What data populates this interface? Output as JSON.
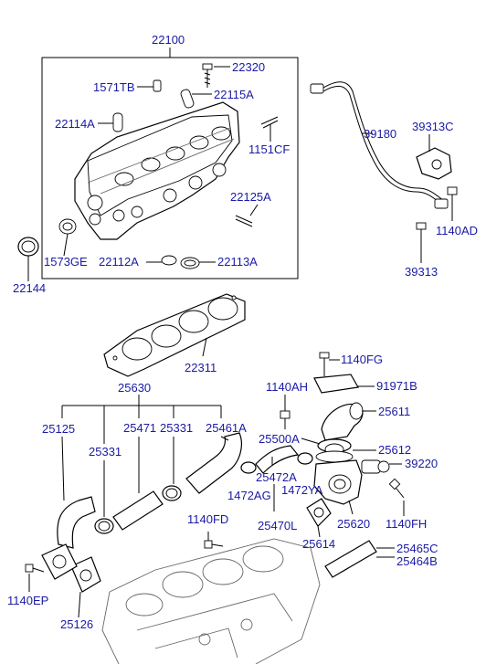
{
  "labels": {
    "l22100": "22100",
    "l22320": "22320",
    "l1571TB": "1571TB",
    "l22115A": "22115A",
    "l22114A": "22114A",
    "l1151CF": "1151CF",
    "l22125A": "22125A",
    "l1573GE": "1573GE",
    "l22112A": "22112A",
    "l22113A": "22113A",
    "l22144": "22144",
    "l39180": "39180",
    "l39313C": "39313C",
    "l1140AD": "1140AD",
    "l39313": "39313",
    "l22311": "22311",
    "l1140FG": "1140FG",
    "l1140AH": "1140AH",
    "l91971B": "91971B",
    "l25630": "25630",
    "l25611": "25611",
    "l25125": "25125",
    "l25471": "25471",
    "l25331a": "25331",
    "l25331b": "25331",
    "l25461A": "25461A",
    "l25500A": "25500A",
    "l25612": "25612",
    "l39220": "39220",
    "l25472A": "25472A",
    "l1472AG": "1472AG",
    "l1472YA": "1472YA",
    "l25470L": "25470L",
    "l25620": "25620",
    "l1140FH": "1140FH",
    "l1140FD": "1140FD",
    "l25614": "25614",
    "l25465C": "25465C",
    "l25464B": "25464B",
    "l1140EP": "1140EP",
    "l25126": "25126"
  }
}
